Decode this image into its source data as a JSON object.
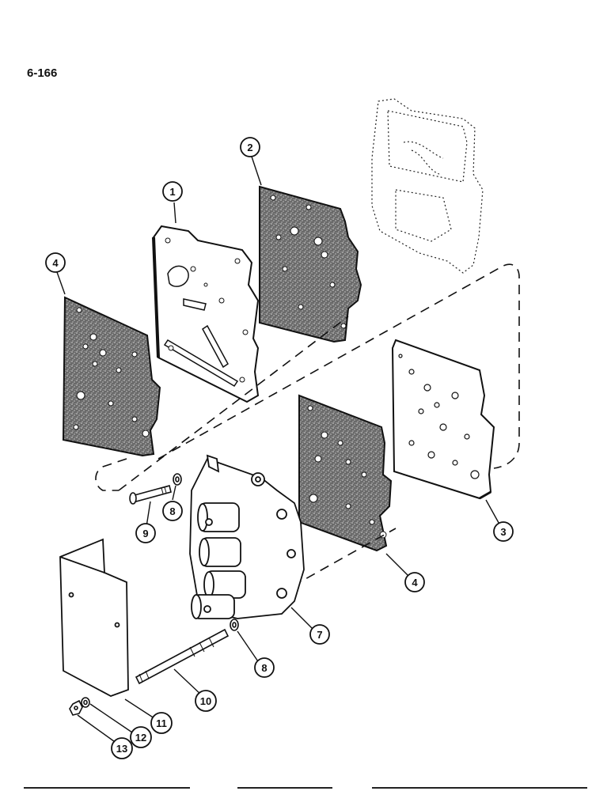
{
  "page": {
    "number": "6-166"
  },
  "callouts": [
    {
      "id": "c1",
      "label": "1"
    },
    {
      "id": "c2",
      "label": "2"
    },
    {
      "id": "c3",
      "label": "3"
    },
    {
      "id": "c4a",
      "label": "4"
    },
    {
      "id": "c4b",
      "label": "4"
    },
    {
      "id": "c7",
      "label": "7"
    },
    {
      "id": "c8a",
      "label": "8"
    },
    {
      "id": "c8b",
      "label": "8"
    },
    {
      "id": "c9",
      "label": "9"
    },
    {
      "id": "c10",
      "label": "10"
    },
    {
      "id": "c11",
      "label": "11"
    },
    {
      "id": "c12",
      "label": "12"
    },
    {
      "id": "c13",
      "label": "13"
    }
  ]
}
